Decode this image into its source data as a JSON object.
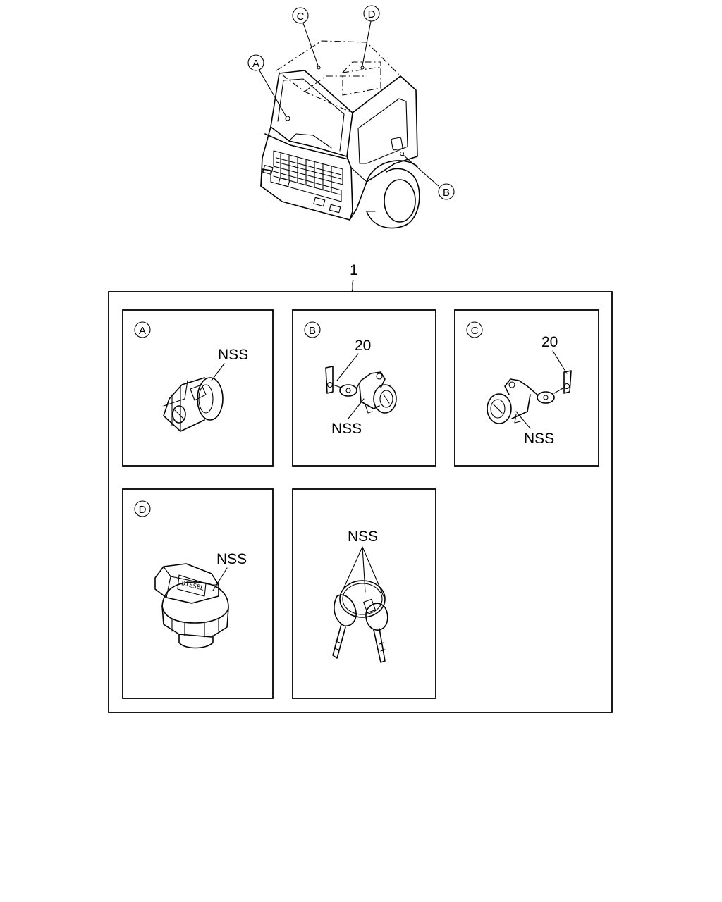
{
  "callouts": {
    "a": "A",
    "b": "B",
    "c": "C",
    "d": "D"
  },
  "assembly_number": "1",
  "panels": {
    "a": {
      "letter": "A",
      "part": "NSS"
    },
    "b": {
      "letter": "B",
      "part": "NSS",
      "ref": "20"
    },
    "c": {
      "letter": "C",
      "part": "NSS",
      "ref": "20"
    },
    "d": {
      "letter": "D",
      "part": "NSS",
      "cap_text": "DIESEL"
    },
    "keys": {
      "part": "NSS"
    }
  }
}
